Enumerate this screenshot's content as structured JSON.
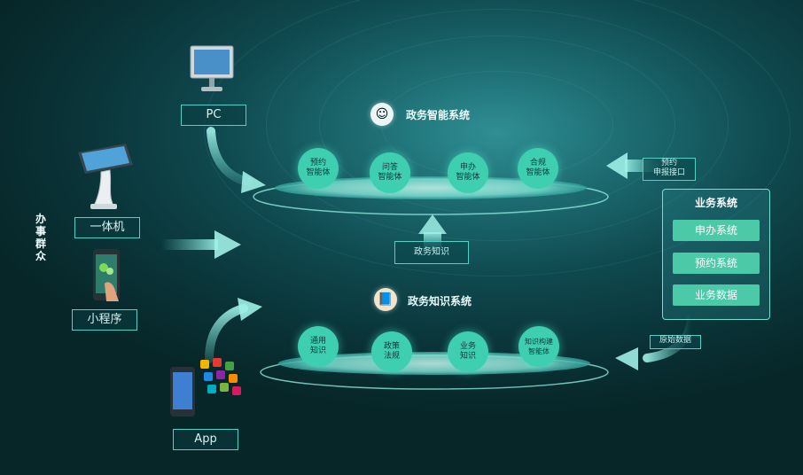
{
  "crowd_label": "办事群众",
  "devices": {
    "pc": "PC",
    "kiosk": "一体机",
    "mini_program": "小程序",
    "app": "App"
  },
  "smart_system": {
    "title": "政务智能系统",
    "nodes": [
      "预约\n智能体",
      "问答\n智能体",
      "申办\n智能体",
      "合规\n智能体"
    ]
  },
  "knowledge_system": {
    "title": "政务知识系统",
    "nodes": [
      "通用\n知识",
      "政策\n法规",
      "业务\n知识",
      "知识构建\n智能体"
    ]
  },
  "links": {
    "knowledge_up": "政务知识",
    "booking_interface": "预约\n申报接口",
    "raw_data": "原始数据"
  },
  "business": {
    "title": "业务系统",
    "items": [
      "申办系统",
      "预约系统",
      "业务数据"
    ]
  },
  "colors": {
    "accent": "#4fd1c5",
    "node": "#3ecfb0",
    "business_item": "#4cc9a7"
  }
}
